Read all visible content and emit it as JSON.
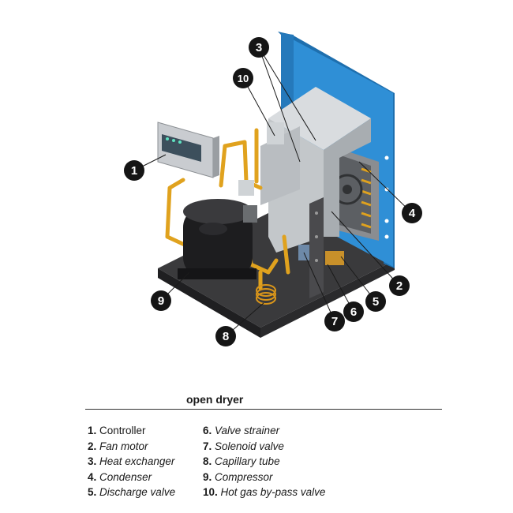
{
  "figure": {
    "caption": "open dryer",
    "callouts": [
      "1",
      "2",
      "3",
      "4",
      "5",
      "6",
      "7",
      "8",
      "9",
      "10"
    ],
    "legend_left": [
      {
        "num": "1.",
        "text": "Controller"
      },
      {
        "num": "2.",
        "text": "Fan motor"
      },
      {
        "num": "3.",
        "text": "Heat exchanger"
      },
      {
        "num": "4.",
        "text": "Condenser"
      },
      {
        "num": "5.",
        "text": "Discharge valve"
      }
    ],
    "legend_right": [
      {
        "num": "6.",
        "text": "Valve strainer"
      },
      {
        "num": "7.",
        "text": "Solenoid valve"
      },
      {
        "num": "8.",
        "text": "Capillary tube"
      },
      {
        "num": "9.",
        "text": "Compressor"
      },
      {
        "num": "10.",
        "text": "Hot gas by-pass valve"
      }
    ]
  },
  "colors": {
    "panel_blue": "#2f8fd6",
    "steel": "#c9cdd0",
    "base_dark": "#2e2e30",
    "copper": "#e0a21e",
    "callout_fill": "#151515"
  }
}
